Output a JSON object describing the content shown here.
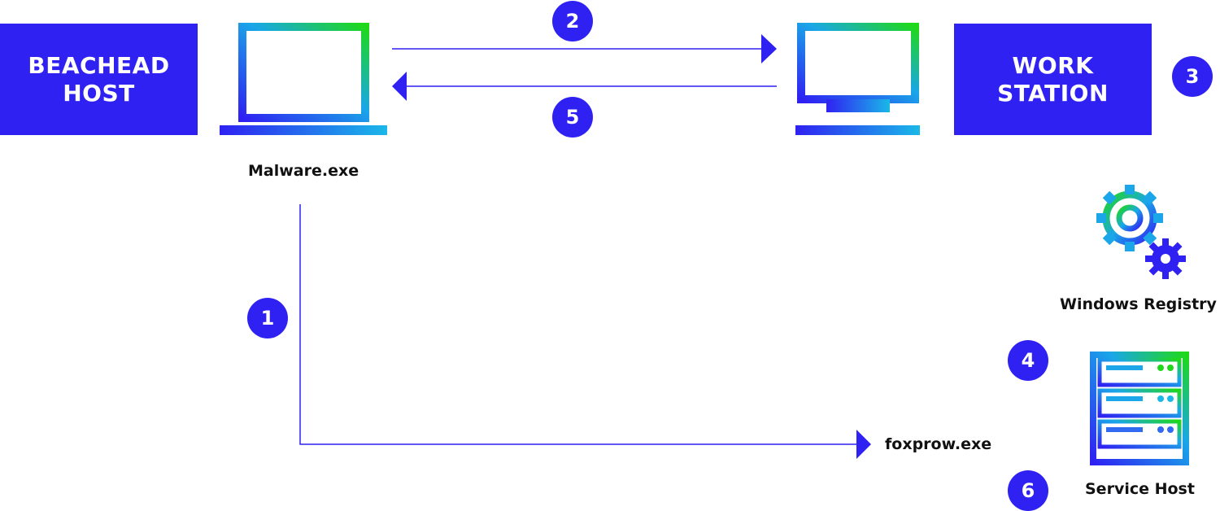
{
  "boxes": {
    "beachhead": {
      "line1": "BEACHEAD",
      "line2": "HOST"
    },
    "workstation": {
      "line1": "WORK",
      "line2": "STATION"
    }
  },
  "steps": [
    "1",
    "2",
    "3",
    "4",
    "5",
    "6"
  ],
  "labels": {
    "malware": "Malware.exe",
    "foxprow": "foxprow.exe",
    "registry": "Windows Registry",
    "service_host": "Service Host"
  },
  "colors": {
    "accent": "#2f21f2",
    "gradient_green": "#1fd81b",
    "gradient_blue": "#2f21f2",
    "gradient_cyan": "#1aa6e8"
  },
  "icons": [
    "laptop-icon",
    "monitor-icon",
    "gears-icon",
    "server-icon"
  ]
}
